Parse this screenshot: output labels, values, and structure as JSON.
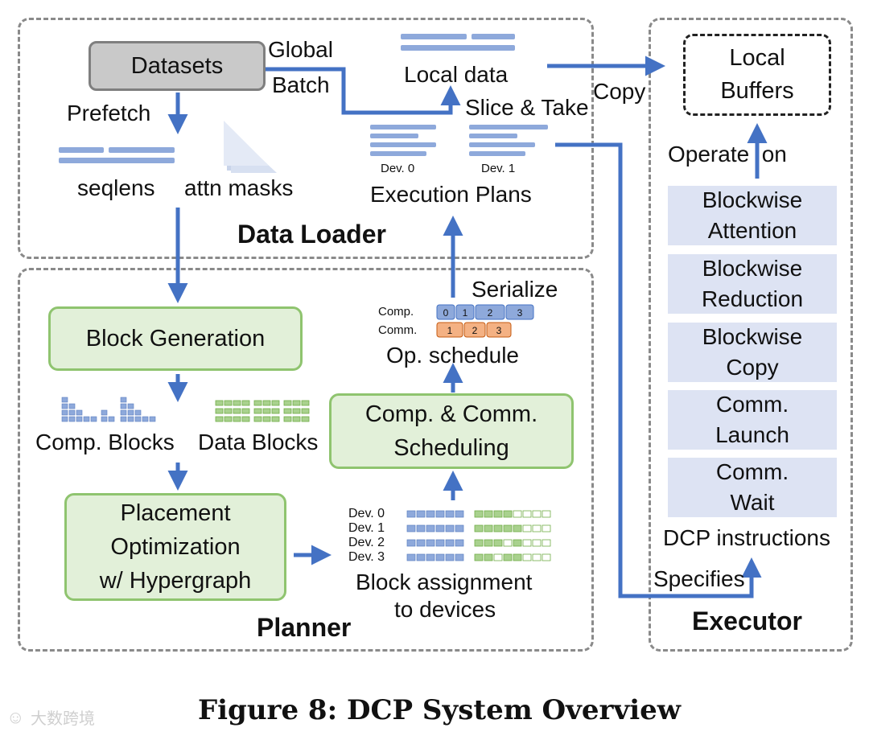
{
  "regions": {
    "data_loader": "Data Loader",
    "planner": "Planner",
    "executor": "Executor"
  },
  "data_loader": {
    "datasets": "Datasets",
    "global_batch_line1": "Global",
    "global_batch_line2": "Batch",
    "prefetch": "Prefetch",
    "seqlens": "seqlens",
    "attn_masks": "attn masks",
    "local_data": "Local data",
    "slice_take": "Slice & Take",
    "dev0": "Dev. 0",
    "dev1": "Dev. 1",
    "execution_plans": "Execution Plans",
    "copy": "Copy"
  },
  "executor": {
    "local_buffers_line1": "Local",
    "local_buffers_line2": "Buffers",
    "operate_on": "Operate  on",
    "instructions": [
      {
        "line1": "Blockwise",
        "line2": "Attention"
      },
      {
        "line1": "Blockwise",
        "line2": "Reduction"
      },
      {
        "line1": "Blockwise",
        "line2": "Copy"
      },
      {
        "line1": "Comm.",
        "line2": "Launch"
      },
      {
        "line1": "Comm.",
        "line2": "Wait"
      }
    ],
    "dcp_instructions": "DCP instructions",
    "specifies": "Specifies"
  },
  "planner": {
    "block_generation": "Block Generation",
    "comp_blocks": "Comp. Blocks",
    "data_blocks": "Data Blocks",
    "placement_line1": "Placement",
    "placement_line2": "Optimization",
    "placement_line3": "w/ Hypergraph",
    "serialize": "Serialize",
    "comp_label": "Comp.",
    "comm_label": "Comm.",
    "comp_ops": [
      "0",
      "1",
      "2",
      "3"
    ],
    "comm_ops": [
      "1",
      "2",
      "3"
    ],
    "op_schedule": "Op. schedule",
    "scheduling_line1": "Comp. & Comm.",
    "scheduling_line2": "Scheduling",
    "devices": [
      "Dev. 0",
      "Dev. 1",
      "Dev. 2",
      "Dev. 3"
    ],
    "assignment_line1": "Block assignment",
    "assignment_line2": "to devices"
  },
  "caption": "Figure 8: DCP System Overview",
  "watermark": "大数跨境",
  "colors": {
    "arrow": "#4472c4",
    "green_fill": "#e2f0d9",
    "green_border": "#8fc46f",
    "instr_fill": "#dde3f3",
    "comp_op": "#8ea9db",
    "comm_op": "#f4b183",
    "bars": "#8ea9db"
  }
}
